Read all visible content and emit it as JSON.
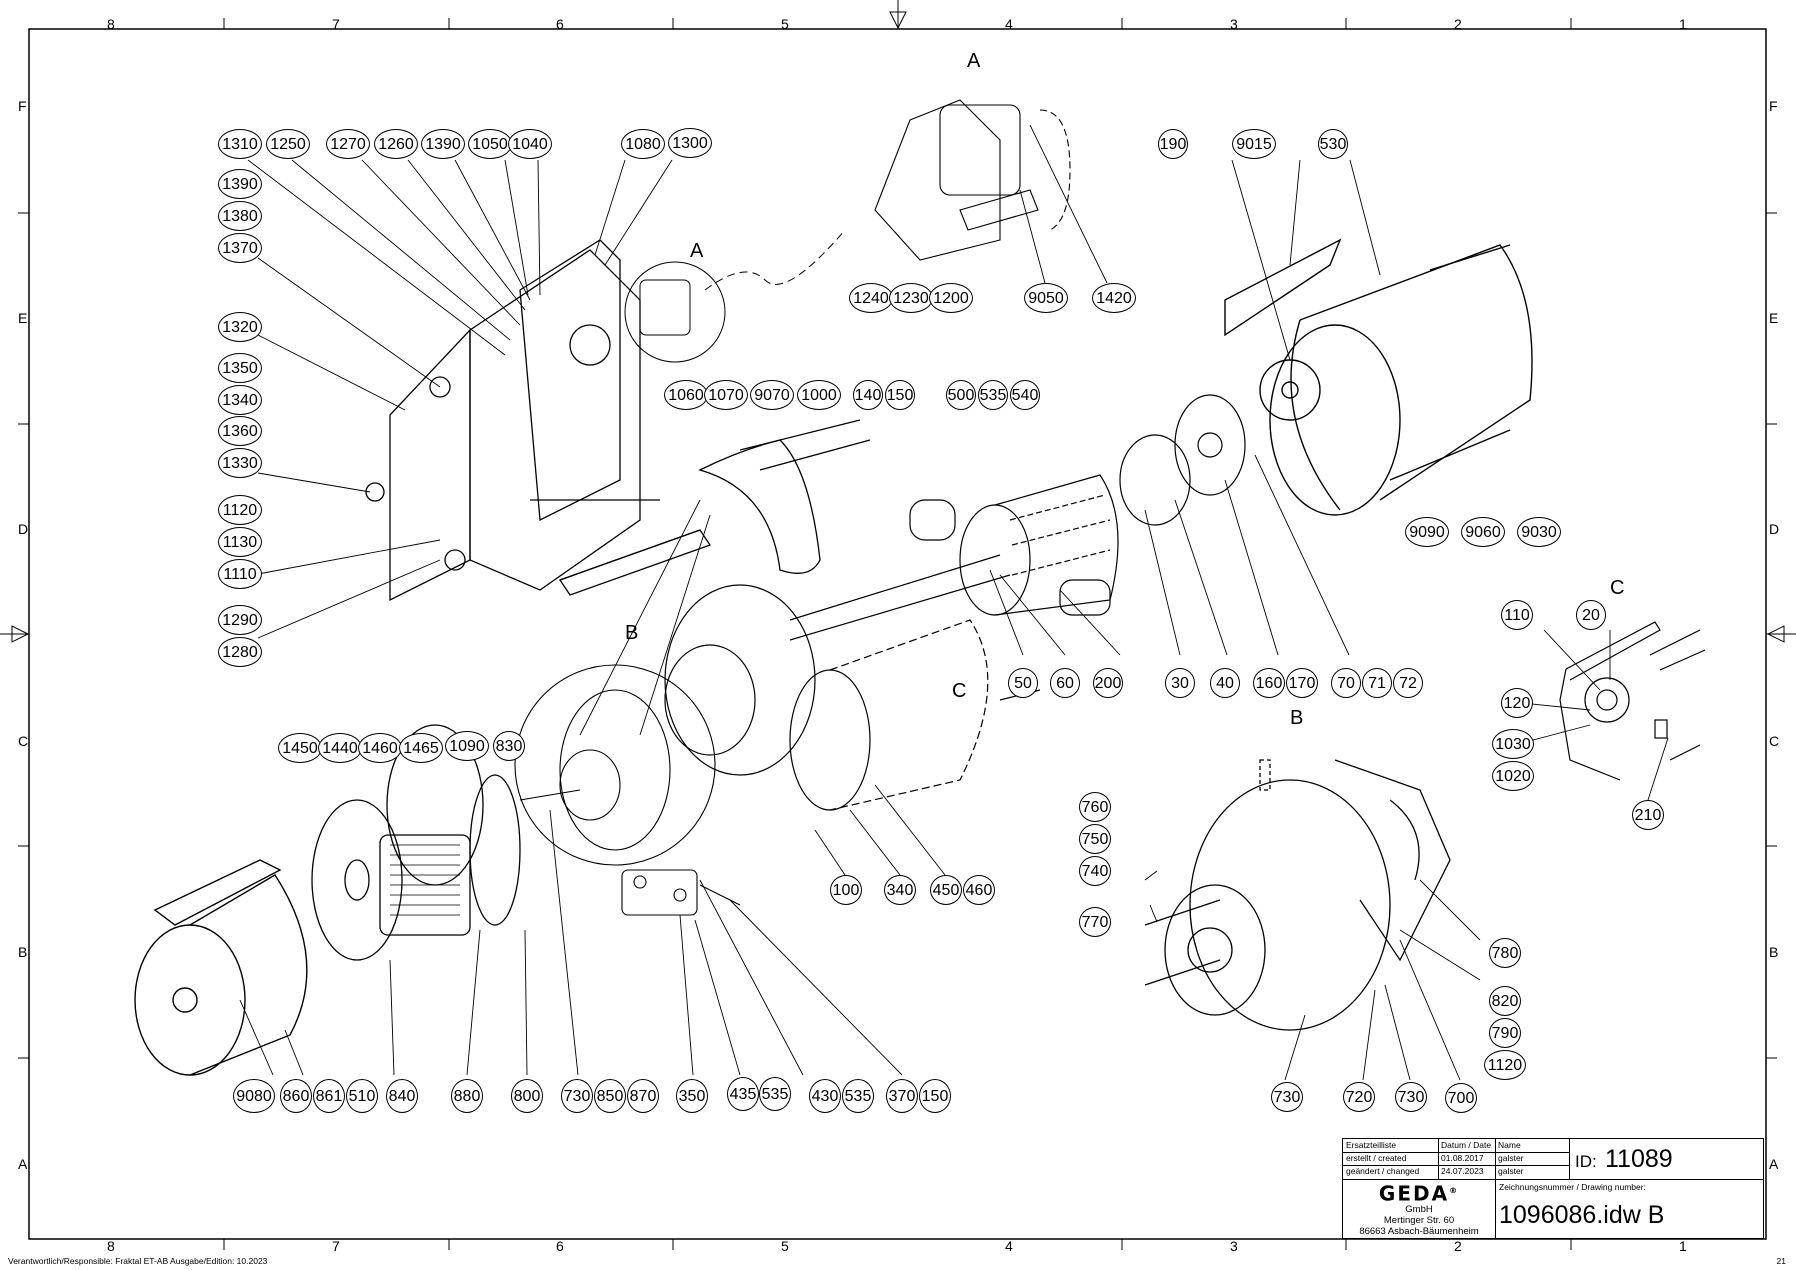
{
  "drawing": {
    "type": "exploded spare parts drawing",
    "zones_columns": [
      "8",
      "7",
      "6",
      "5",
      "4",
      "3",
      "2",
      "1"
    ],
    "zones_rows": [
      "F",
      "E",
      "D",
      "C",
      "B",
      "A"
    ],
    "view_labels": [
      "A",
      "A",
      "B",
      "B",
      "C",
      "C"
    ]
  },
  "balloons": {
    "top_left_row": [
      "1310",
      "1250",
      "1270",
      "1260",
      "1390",
      "1050",
      "1040",
      "1080",
      "1300"
    ],
    "left_column": [
      "1390",
      "1380",
      "1370",
      "1320",
      "1350",
      "1340",
      "1360",
      "1330",
      "1120",
      "1130",
      "1110",
      "1290",
      "1280"
    ],
    "detail_a_top": [
      "1240",
      "1230",
      "1200",
      "9050",
      "1420"
    ],
    "mid_row": [
      "1060",
      "1070",
      "9070",
      "1000",
      "140",
      "150",
      "500",
      "535",
      "540"
    ],
    "housing_top": [
      "190",
      "9015",
      "530"
    ],
    "housing_right": [
      "9090",
      "9060",
      "9030"
    ],
    "motor_row": [
      "50",
      "60",
      "200",
      "30",
      "40",
      "160",
      "170",
      "70",
      "71",
      "72"
    ],
    "detail_c": [
      "110",
      "20",
      "120",
      "1030",
      "1020",
      "210"
    ],
    "left_mid_row": [
      "1450",
      "1440",
      "1460",
      "1465",
      "1090",
      "830"
    ],
    "center_bottom": [
      "100",
      "340",
      "450",
      "460"
    ],
    "detail_b_left": [
      "760",
      "750",
      "740",
      "770"
    ],
    "detail_b_right": [
      "780",
      "820",
      "790",
      "1120"
    ],
    "detail_b_bottom": [
      "730",
      "720",
      "730",
      "700"
    ],
    "bottom_row": [
      "9080",
      "860",
      "861",
      "510",
      "840",
      "880",
      "800",
      "730",
      "850",
      "870",
      "350",
      "435",
      "535",
      "430",
      "535",
      "370",
      "150"
    ]
  },
  "title_block": {
    "header_list": "Ersatzteilliste",
    "header_date": "Datum / Date",
    "header_name": "Name",
    "created_label": "erstellt / created",
    "created_date": "01.08.2017",
    "created_name": "galster",
    "changed_label": "geändert / changed",
    "changed_date": "24.07.2023",
    "changed_name": "galster",
    "id_label": "ID:",
    "id_value": "11089",
    "company_logo": "GEDA",
    "registered_mark": "®",
    "company_form": "GmbH",
    "street": "Mertinger Str. 60",
    "city": "86663 Asbach-Bäumenheim",
    "drawing_number_label": "Zeichnungsnummer / Drawing number:",
    "drawing_number": "1096086.idw B"
  },
  "footer": {
    "responsible": "Verantwortlich/Responsible: Fraktal ET-AB Ausgabe/Edition: 10.2023",
    "sheet_number": "21"
  }
}
